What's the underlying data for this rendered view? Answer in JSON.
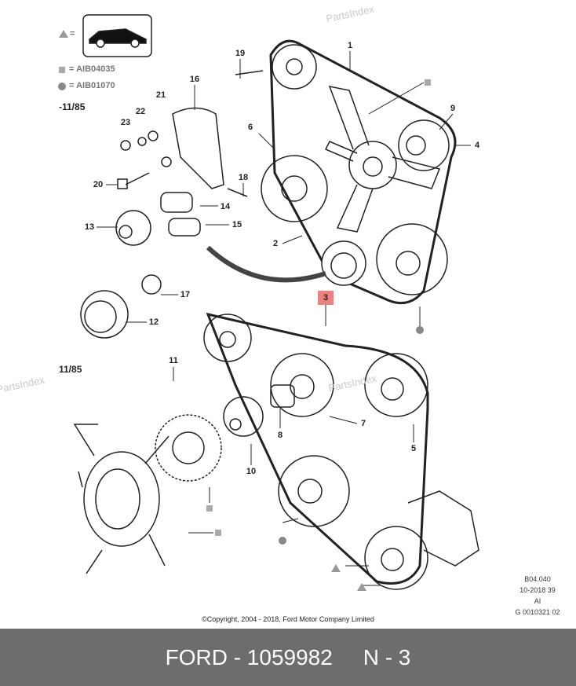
{
  "legend": {
    "triangle_eq": "=",
    "square_label": "= AIB04035",
    "circle_label": "= AIB01070"
  },
  "notes": {
    "before": "-11/85",
    "after": "11/85"
  },
  "callouts": [
    "1",
    "2",
    "3",
    "4",
    "5",
    "6",
    "7",
    "8",
    "9",
    "10",
    "11",
    "12",
    "13",
    "14",
    "15",
    "16",
    "17",
    "18",
    "19",
    "20",
    "21",
    "22",
    "23"
  ],
  "watermark": "PartsIndex",
  "code_block": [
    "B04.040",
    "10-2018 39",
    "AI",
    "G 0010321 02"
  ],
  "copyright": "©Copyright, 2004 - 2018, Ford Motor Company Limited",
  "footer": "FORD - 1059982     N - 3",
  "colors": {
    "footer_bg": "#6d6d6d",
    "highlight": "#f08080",
    "symbol_gray": "#999999"
  }
}
